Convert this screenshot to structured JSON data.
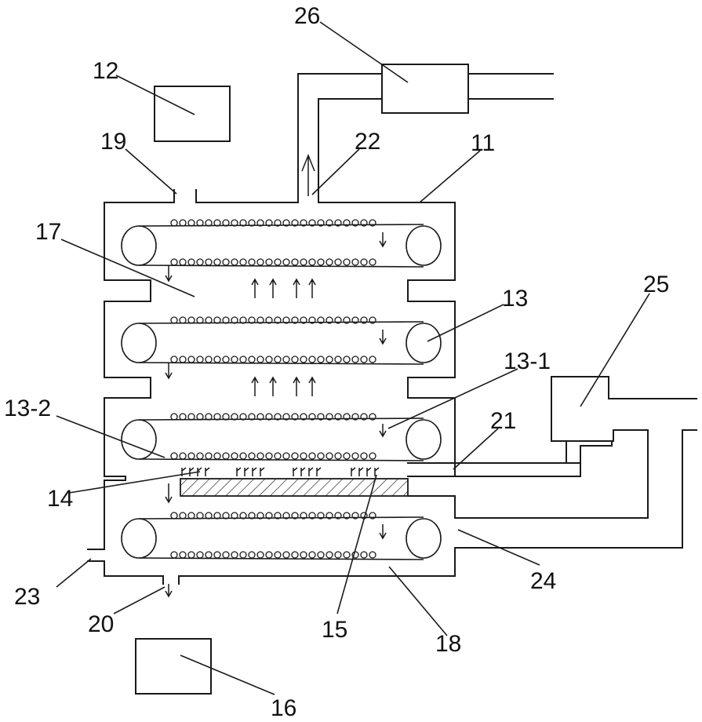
{
  "labels": {
    "l11": "11",
    "l12": "12",
    "l13": "13",
    "l13_1": "13-1",
    "l13_2": "13-2",
    "l14": "14",
    "l15": "15",
    "l16": "16",
    "l17": "17",
    "l18": "18",
    "l19": "19",
    "l20": "20",
    "l21": "21",
    "l22": "22",
    "l23": "23",
    "l24": "24",
    "l25": "25",
    "l26": "26"
  },
  "colors": {
    "line": "#1a1a1a",
    "background": "#ffffff"
  }
}
